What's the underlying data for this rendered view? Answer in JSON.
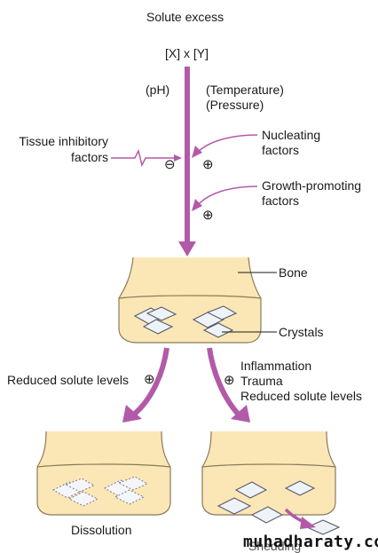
{
  "labels": {
    "solute_excess": "Solute excess",
    "product": "[X] x [Y]",
    "ph": "(pH)",
    "temperature": "(Temperature)",
    "pressure": "(Pressure)",
    "tissue_inhibitory_1": "Tissue inhibitory",
    "tissue_inhibitory_2": "factors",
    "nucleating_1": "Nucleating",
    "nucleating_2": "factors",
    "growth_1": "Growth-promoting",
    "growth_2": "factors",
    "bone": "Bone",
    "crystals": "Crystals",
    "reduced_left": "Reduced solute levels",
    "inflammation": "Inflammation",
    "trauma": "Trauma",
    "reduced_right": "Reduced solute levels",
    "dissolution": "Dissolution",
    "shedding": "Shedding"
  },
  "symbols": {
    "plus": "⊕",
    "minus": "⊖"
  },
  "watermark": "muhadharaty.com",
  "colors": {
    "arrow": "#b25aa8",
    "bone_fill": "#fbe7b5",
    "bone_stroke": "#8a7a5a",
    "crystal_stroke": "#5a5a6a",
    "crystal_fill": "#eef3f8"
  }
}
